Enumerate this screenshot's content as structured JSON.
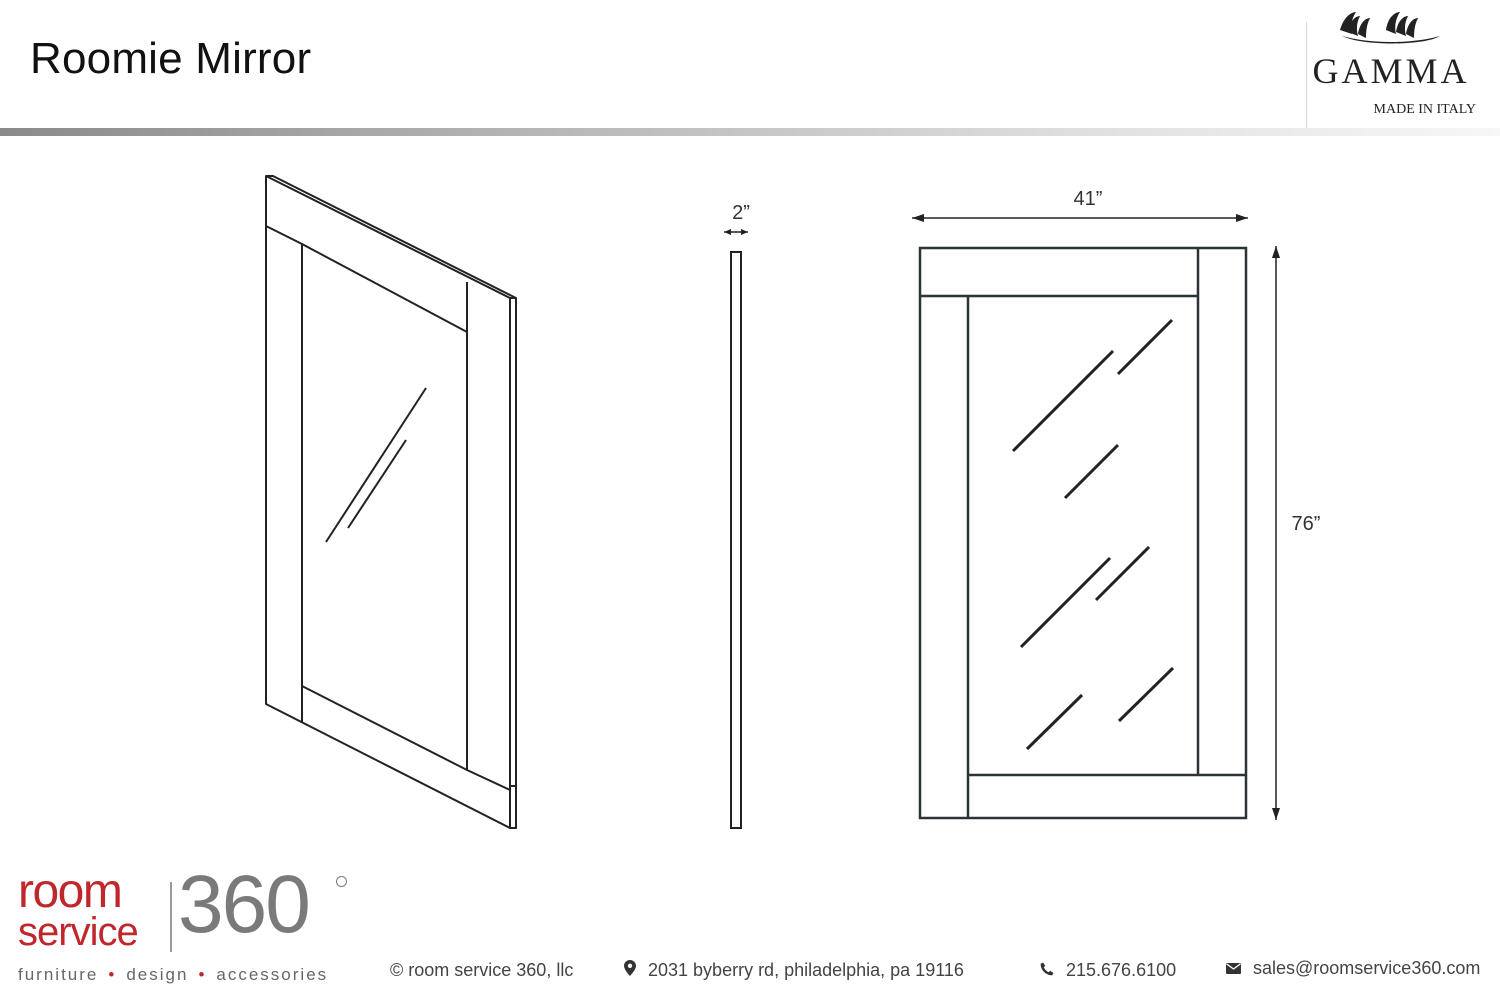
{
  "title": "Roomie Mirror",
  "logo": {
    "wordmark": "GAMMA",
    "tagline": "MADE IN ITALY"
  },
  "dimensions": {
    "depth": "2”",
    "width": "41”",
    "height": "76”"
  },
  "views": [
    "perspective-view",
    "side-view",
    "front-view"
  ],
  "footer": {
    "brand_room": "room",
    "brand_service": "service",
    "brand_360": "360",
    "brand_tag": [
      "furniture",
      "design",
      "accessories"
    ],
    "copyright": "© room service 360, llc",
    "address": "2031 byberry rd, philadelphia, pa 19116",
    "phone": "215.676.6100",
    "email": "sales@roomservice360.com"
  },
  "colors": {
    "brand_red": "#c0272d",
    "brand_gray": "#7a7a7a",
    "line": "#222222"
  },
  "icons": {
    "address": "location-pin-icon",
    "phone": "phone-icon",
    "email": "envelope-icon"
  }
}
